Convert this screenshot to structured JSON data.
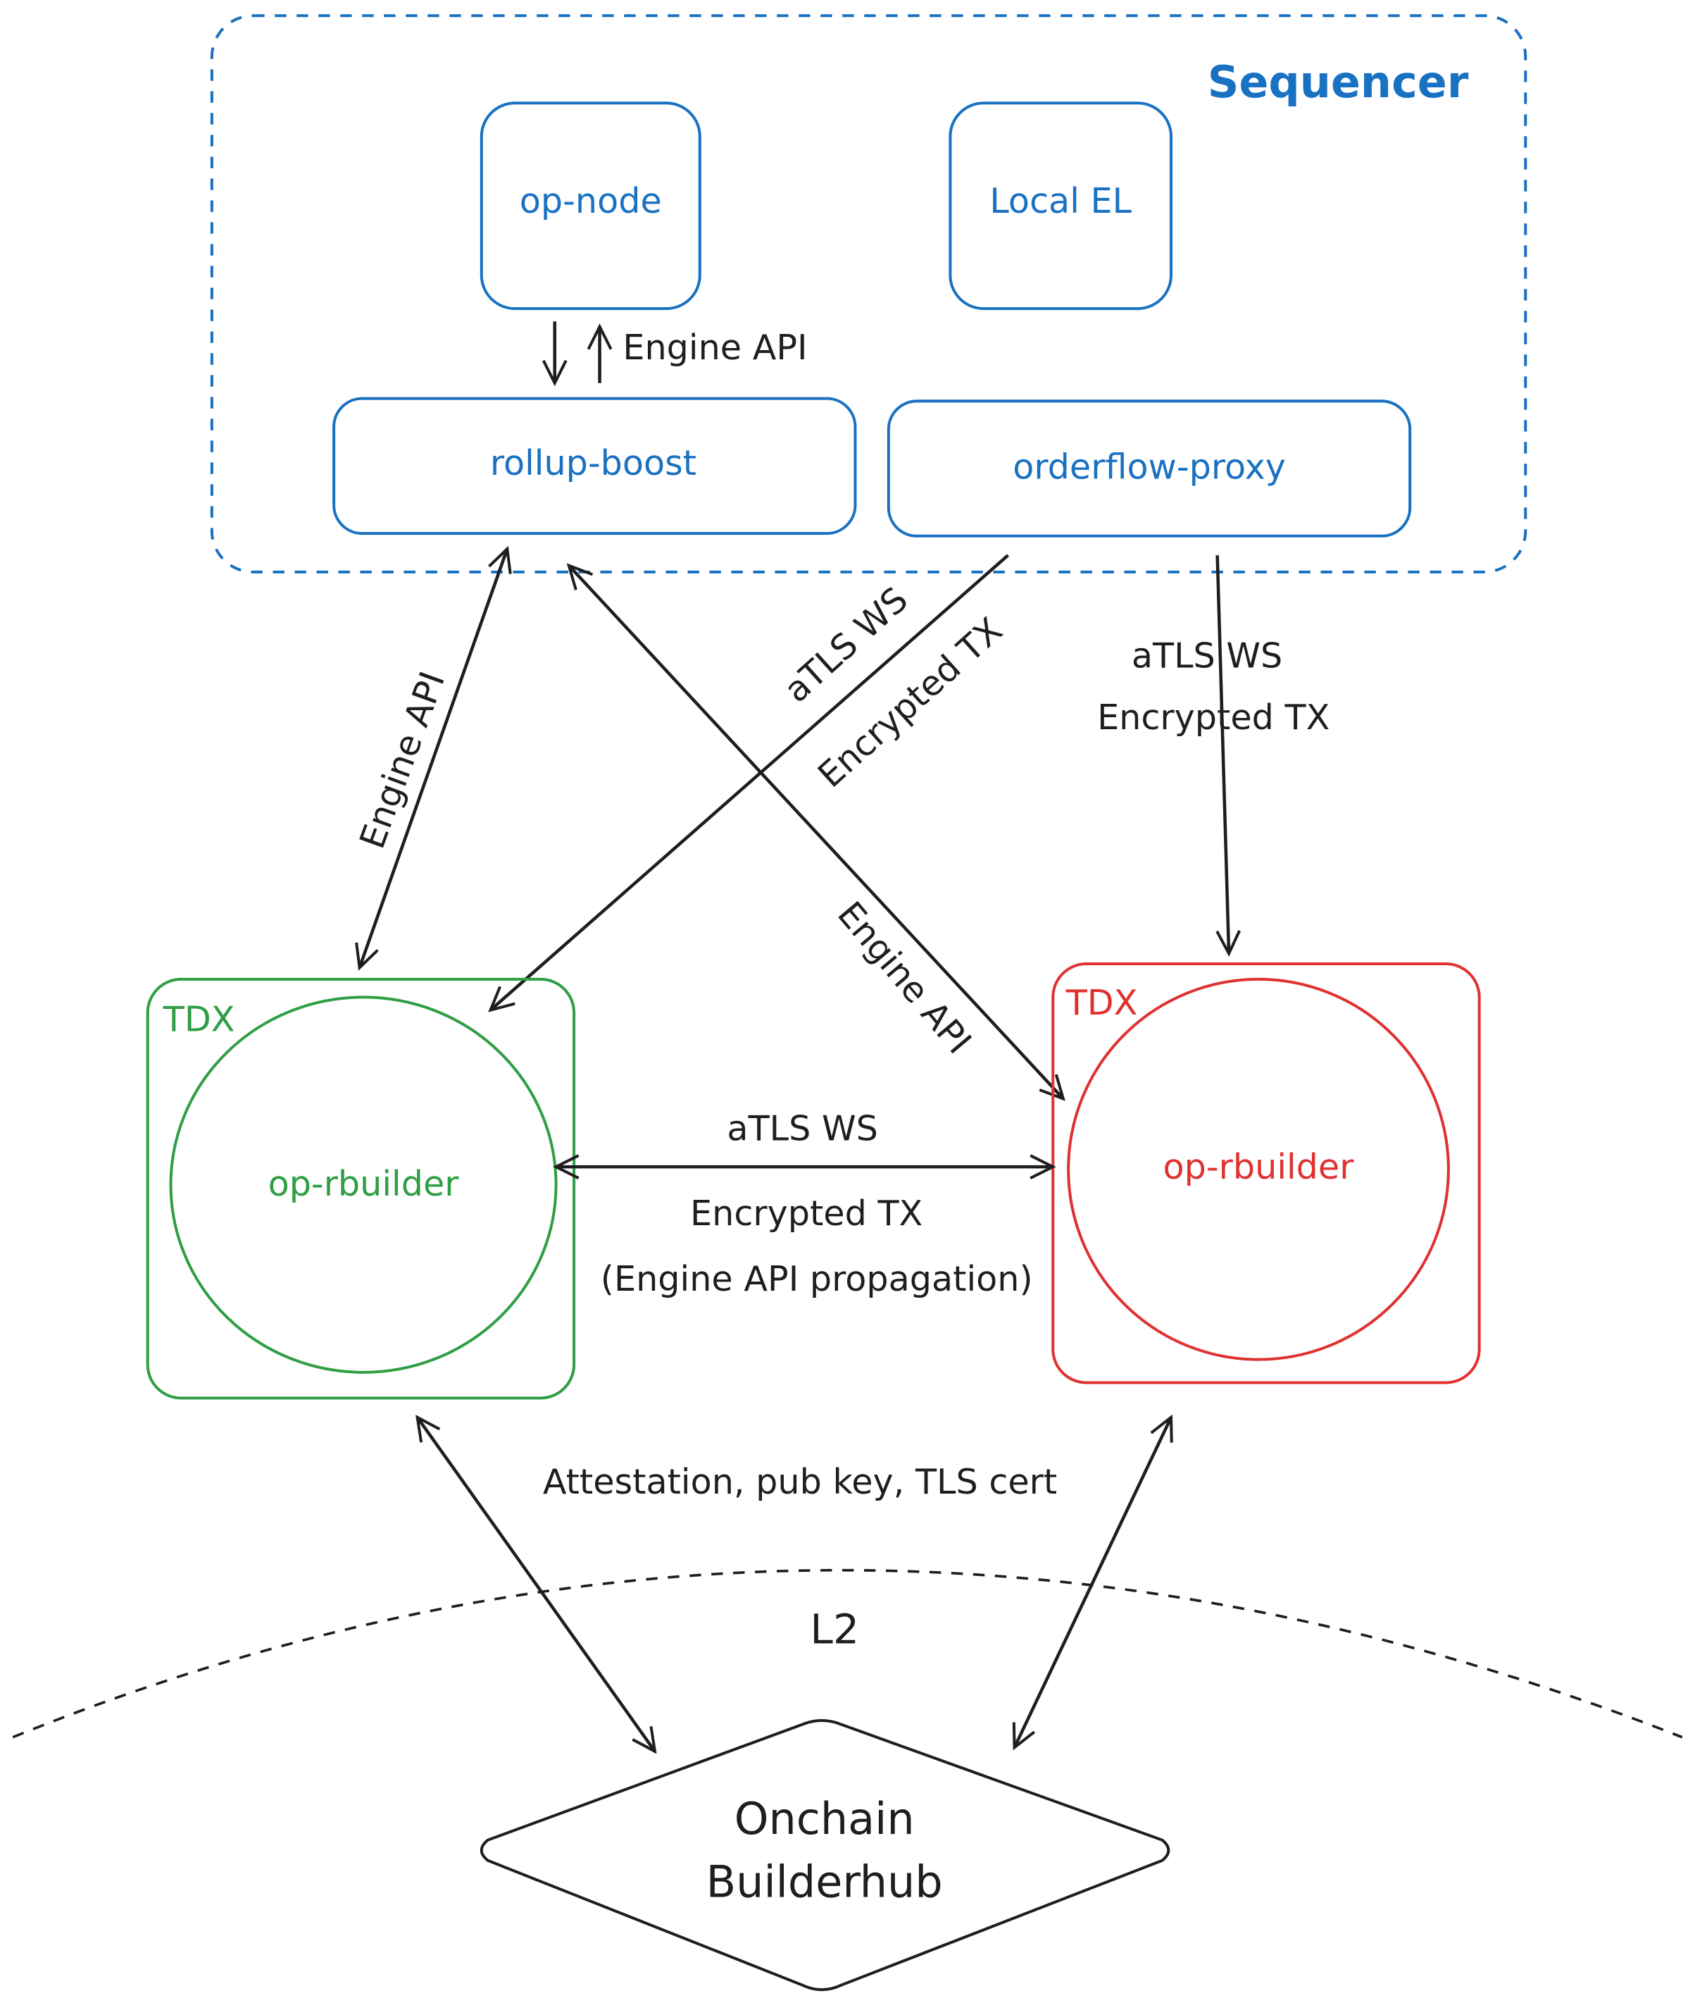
{
  "colors": {
    "sequencer": "#1971c2",
    "builder_left": "#2f9e44",
    "builder_right": "#e03131",
    "ink": "#1e1e1e"
  },
  "sequencer": {
    "label": "Sequencer",
    "op_node": "op-node",
    "local_el": "Local EL",
    "rollup_boost": "rollup-boost",
    "orderflow_proxy": "orderflow-proxy",
    "engine_api_label": "Engine API"
  },
  "builders": {
    "left": {
      "tee": "TDX",
      "name": "op-rbuilder"
    },
    "right": {
      "tee": "TDX",
      "name": "op-rbuilder"
    }
  },
  "edges": {
    "rollup_boost_left_label": "Engine API",
    "rollup_boost_right_label": "Engine API",
    "proxy_left_label_1": "aTLS WS",
    "proxy_left_label_2": "Encrypted TX",
    "proxy_right_label_1": "aTLS WS",
    "proxy_right_label_2": "Encrypted TX",
    "builder_link_label_1": "aTLS WS",
    "builder_link_label_2": "Encrypted TX",
    "builder_link_label_3": "(Engine API propagation)",
    "builderhub_label": "Attestation, pub key, TLS cert"
  },
  "l2_label": "L2",
  "builderhub": {
    "line1": "Onchain",
    "line2": "Builderhub"
  }
}
